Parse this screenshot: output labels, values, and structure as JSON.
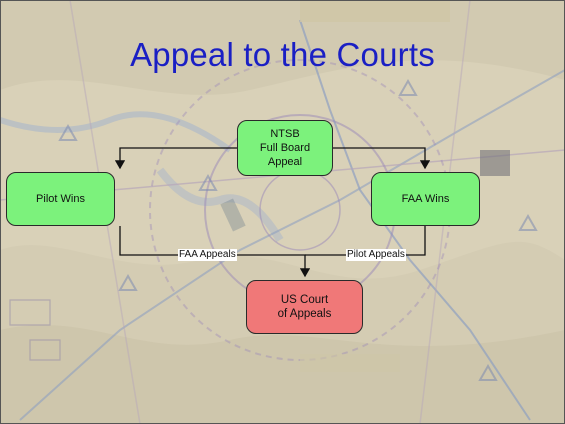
{
  "slide": {
    "title": "Appeal to the Courts"
  },
  "diagram": {
    "ntsb": [
      "NTSB",
      "Full Board",
      "Appeal"
    ],
    "pilot_wins": "Pilot Wins",
    "faa_wins": "FAA Wins",
    "court": [
      "US Court",
      "of Appeals"
    ],
    "faa_appeals": "FAA Appeals",
    "pilot_appeals": "Pilot Appeals"
  },
  "colors": {
    "title": "#1a1fc4",
    "box_green": "#7cf27c",
    "box_red": "#f07878",
    "map_background": "#d7cfb7"
  }
}
